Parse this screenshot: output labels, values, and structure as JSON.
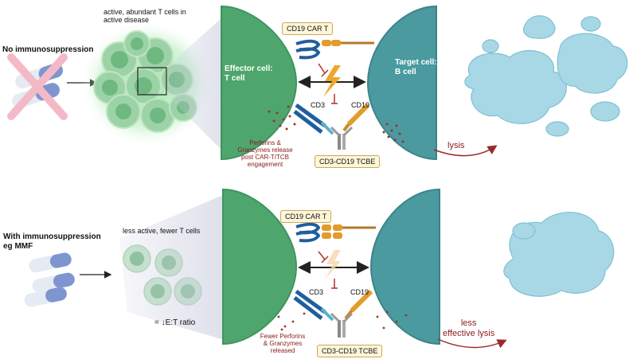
{
  "panel_top": {
    "condition_label": "No immunosuppression",
    "tcells_caption": "active, abundant T cells in\nactive disease",
    "effector_label": "Effector cell:\nT cell",
    "target_label": "Target cell:\nB cell",
    "car_t_box": "CD19 CAR T",
    "cd3_label": "CD3",
    "cd19_label": "CD19",
    "tcbe_box": "CD3-CD19 TCBE",
    "perforin_caption": "Perforins &\nGranzymes release\npost CAR-T/TCB\nengagement",
    "lysis_label": "lysis"
  },
  "panel_bottom": {
    "condition_label": "With immunosuppression\neg MMF",
    "tcells_caption": "less active, fewer T cells",
    "ratio_label": "= ↓E:T ratio",
    "car_t_box": "CD19 CAR T",
    "cd3_label": "CD3",
    "cd19_label": "CD19",
    "tcbe_box": "CD3-CD19 TCBE",
    "perforin_caption": "Fewer Perforins\n& Granzymes\nreleased",
    "lysis_label": "less\neffective lysis"
  },
  "colors": {
    "effector_green": "#4ea66d",
    "target_teal": "#4a9aa0",
    "pill_blue": "#6f8fd0",
    "cross_pink": "#f2b8c6",
    "lysis_red": "#9b2b2b",
    "debris_blue": "#9fd3e3",
    "tcell_green": "#8fca9a"
  }
}
